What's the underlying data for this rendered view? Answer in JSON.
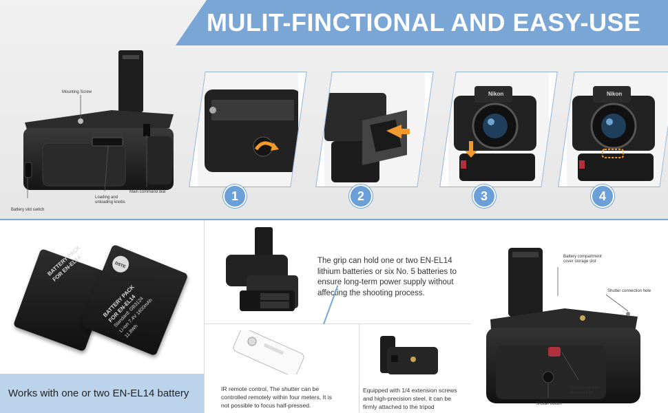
{
  "banner": {
    "title": "MULIT-FINCTIONAL AND EASY-USE"
  },
  "diagram_labels": {
    "mounting_screw": "Mounting Screw",
    "loading_knobs": "Loading and unloading knobs",
    "main_dial": "Main command dial",
    "battery_slot_switch": "Battery slot switch"
  },
  "steps": [
    "1",
    "2",
    "3",
    "4"
  ],
  "camera_brand": "Nikon",
  "batteries": {
    "lines_a": [
      "BATTERY PACK",
      "FOR EN-EL14",
      "Standard: GB3124",
      "Li-ion 7.4V 1600mAh",
      "11.8Wh"
    ],
    "brand": "DSTE"
  },
  "works_with": "Works with one or two EN-EL14 battery",
  "grip_description": "The grip can hold one or two EN-EL14 lithium batteries or six No. 5 batteries to ensure long-term power supply without affecting the shooting process.",
  "remote_description": "IR remote control,  The shutter can be controlled remotely within four meters, It is not possible to focus half-pressed.",
  "tripod_description": "Equipped with 1/4 extension screws and high-precision steel, it can be firmly attached to the tripod",
  "right_labels": {
    "cover_slot": "Battery compartment cover storage slot",
    "shutter_hole": "Shutter connection hole",
    "remote_port": "Remote control receiver port",
    "shutter_button": "Shutter button"
  },
  "colors": {
    "accent": "#7aa6d6",
    "step_circle": "#6a9fd8",
    "works_bg": "#bcd3ec"
  }
}
